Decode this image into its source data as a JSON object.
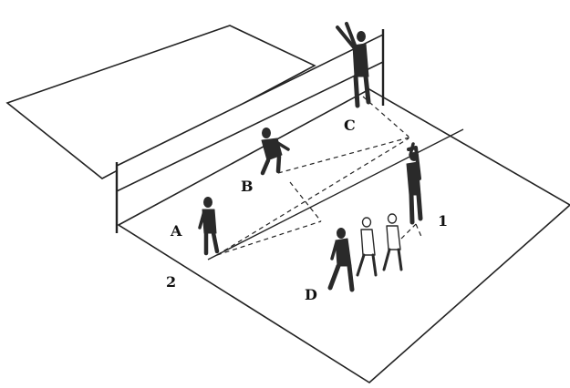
{
  "diagram": {
    "labels": {
      "a": "A",
      "b": "B",
      "c": "C",
      "d": "D",
      "one": "1",
      "two": "2"
    },
    "colors": {
      "ink": "#222222",
      "figure": "#2a2a2a",
      "background": "#ffffff"
    }
  }
}
